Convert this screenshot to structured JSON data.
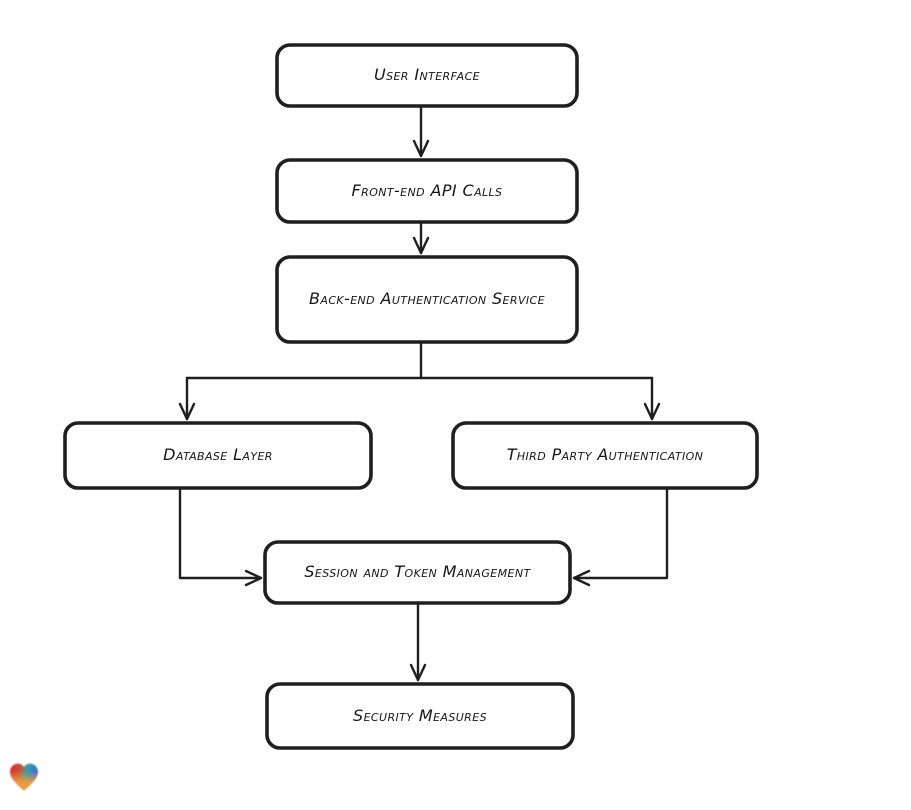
{
  "diagram": {
    "type": "flowchart",
    "style": {
      "background": "#ffffff",
      "node_fill": "#ffffff",
      "stroke": "#1f1f1f",
      "arrowhead": "open-v"
    },
    "nodes": [
      {
        "id": "user-interface",
        "label": "User Interface"
      },
      {
        "id": "front-end-api-calls",
        "label": "Front-end API Calls"
      },
      {
        "id": "back-end-authentication-service",
        "label": "Back-end Authentication Service"
      },
      {
        "id": "database-layer",
        "label": "Database Layer"
      },
      {
        "id": "third-party-authentication",
        "label": "Third Party Authentication"
      },
      {
        "id": "session-and-token-management",
        "label": "Session and Token Management"
      },
      {
        "id": "security-measures",
        "label": "Security Measures"
      }
    ],
    "edges": [
      {
        "from": "user-interface",
        "to": "front-end-api-calls"
      },
      {
        "from": "front-end-api-calls",
        "to": "back-end-authentication-service"
      },
      {
        "from": "back-end-authentication-service",
        "to": "database-layer"
      },
      {
        "from": "back-end-authentication-service",
        "to": "third-party-authentication"
      },
      {
        "from": "database-layer",
        "to": "session-and-token-management"
      },
      {
        "from": "third-party-authentication",
        "to": "session-and-token-management"
      },
      {
        "from": "session-and-token-management",
        "to": "security-measures"
      }
    ],
    "watermark": {
      "icon": "heart-icon",
      "colors": {
        "red": "#e5232c",
        "teal": "#2aa4ab",
        "blue": "#3f66d6",
        "orange": "#f29d3b"
      }
    }
  }
}
